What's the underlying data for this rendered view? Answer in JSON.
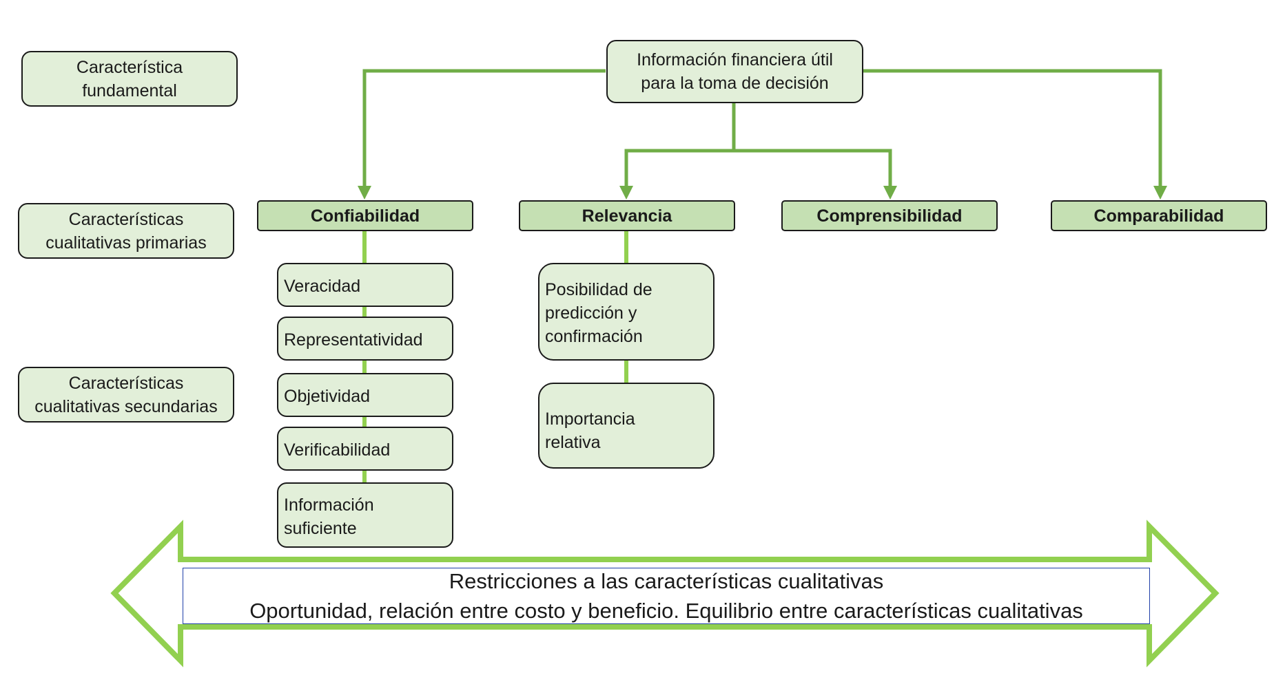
{
  "colors": {
    "connector": "#70ad47",
    "sub_connector": "#92d050",
    "box_fill": "#e2efd9",
    "primary_fill": "#c5e0b3",
    "band_border": "#1f3fa8"
  },
  "legend": {
    "fundamental": [
      "Característica",
      "fundamental"
    ],
    "primarias": [
      "Características",
      "cualitativas primarias"
    ],
    "secundarias": [
      "Características",
      "cualitativas secundarias"
    ]
  },
  "root": [
    "Información financiera útil",
    "para la toma de decisión"
  ],
  "primary": {
    "confiabilidad": "Confiabilidad",
    "relevancia": "Relevancia",
    "comprensibilidad": "Comprensibilidad",
    "comparabilidad": "Comparabilidad"
  },
  "confiabilidad_items": {
    "veracidad": [
      "Veracidad"
    ],
    "representatividad": [
      "Representatividad"
    ],
    "objetividad": [
      "Objetividad"
    ],
    "verificabilidad": [
      "Verificabilidad"
    ],
    "informacion": [
      "Información",
      "suficiente"
    ]
  },
  "relevancia_items": {
    "posibilidad": [
      "Posibilidad de",
      "predicción y",
      "confirmación"
    ],
    "importancia": [
      "Importancia",
      "relativa"
    ]
  },
  "restricciones": {
    "title": "Restricciones a las características cualitativas",
    "detail": "Oportunidad, relación entre costo y beneficio. Equilibrio entre características cualitativas"
  }
}
